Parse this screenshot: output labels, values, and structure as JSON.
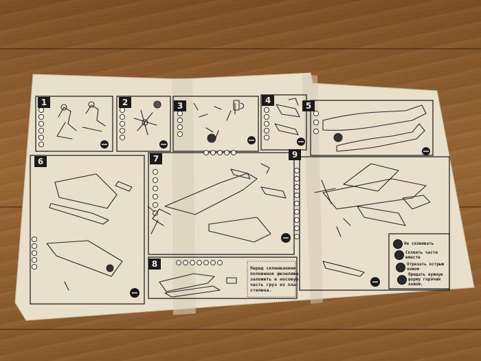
{
  "panels": [
    {
      "number": "1"
    },
    {
      "number": "2"
    },
    {
      "number": "3"
    },
    {
      "number": "4"
    },
    {
      "number": "5"
    },
    {
      "number": "6"
    },
    {
      "number": "7"
    },
    {
      "number": "8"
    },
    {
      "number": "9"
    }
  ],
  "note": {
    "text": "Перед склеиванием\nполовинок фюзеляжа\nзаложить в носовую\nчасть груз из пла-\nстилина."
  },
  "legend": [
    {
      "icon": "no-glue-icon",
      "text": "Не склеивать"
    },
    {
      "icon": "glue-together-icon",
      "text": "Склеить части\nвместе"
    },
    {
      "icon": "cut-knife-icon",
      "text": "Отрезать острым\nножом"
    },
    {
      "icon": "heat-bend-icon",
      "text": "Придать нужную\nформу горячим\nножом."
    }
  ]
}
